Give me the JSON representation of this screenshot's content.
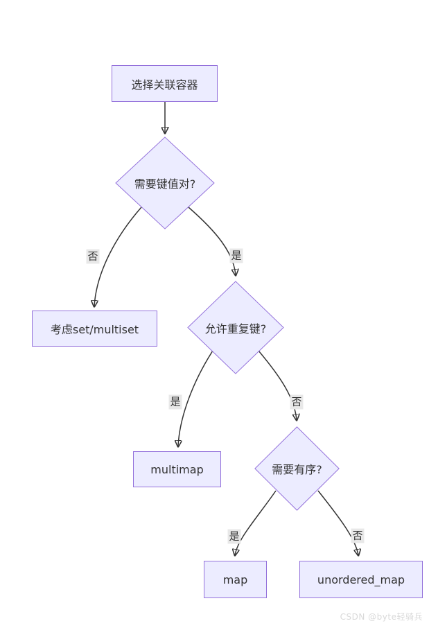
{
  "diagram": {
    "title_hint": "associative container selection flowchart",
    "nodes": {
      "start": {
        "label": "选择关联容器",
        "shape": "rect"
      },
      "need_kv": {
        "label": "需要键值对?",
        "shape": "diamond"
      },
      "set_multiset": {
        "label": "考虑set/multiset",
        "shape": "rect"
      },
      "allow_dup": {
        "label": "允许重复键?",
        "shape": "diamond"
      },
      "multimap": {
        "label": "multimap",
        "shape": "rect"
      },
      "need_order": {
        "label": "需要有序?",
        "shape": "diamond"
      },
      "map": {
        "label": "map",
        "shape": "rect"
      },
      "unordered_map": {
        "label": "unordered_map",
        "shape": "rect"
      }
    },
    "edge_labels": {
      "kv_no": "否",
      "kv_yes": "是",
      "dup_yes": "是",
      "dup_no": "否",
      "order_yes": "是",
      "order_no": "否"
    },
    "colors": {
      "node_fill": "#ECECFF",
      "node_border": "#9370DB",
      "edge_stroke": "#333333",
      "edge_label_bg": "#e8e8e8",
      "text": "#333333",
      "background": "#ffffff",
      "watermark_text": "#d9d9d9"
    }
  },
  "watermark": "CSDN @byte轻骑兵"
}
